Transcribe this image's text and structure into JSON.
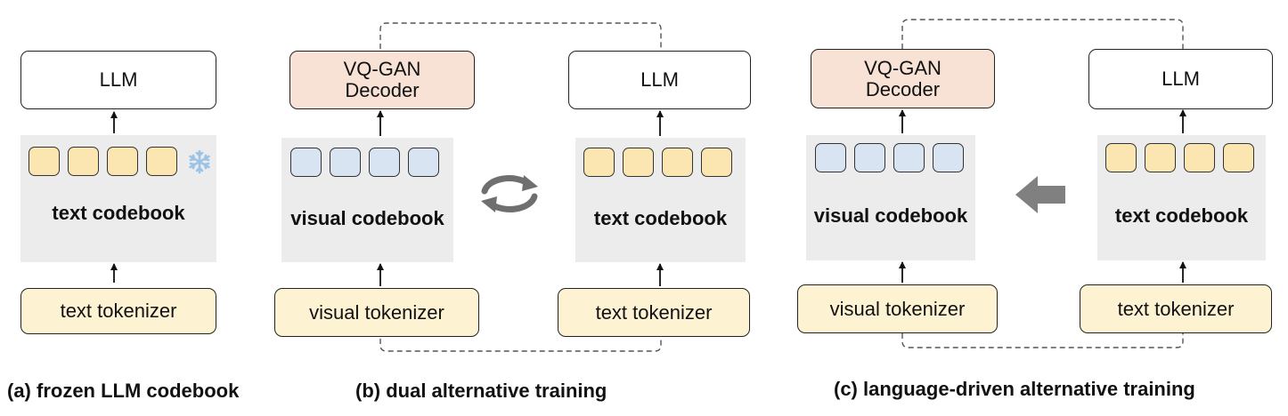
{
  "panel_a": {
    "llm": "LLM",
    "codebook": "text codebook",
    "tokenizer": "text tokenizer",
    "caption": "(a) frozen LLM codebook",
    "frozen_icon": "snowflake-icon"
  },
  "panel_b": {
    "decoder": "VQ-GAN Decoder",
    "visual_codebook": "visual codebook",
    "visual_tokenizer": "visual tokenizer",
    "llm": "LLM",
    "text_codebook": "text codebook",
    "text_tokenizer": "text tokenizer",
    "caption": "(b) dual alternative training",
    "swap_icon": "swap-arrows-icon"
  },
  "panel_c": {
    "decoder": "VQ-GAN Decoder",
    "visual_codebook": "visual codebook",
    "visual_tokenizer": "visual tokenizer",
    "llm": "LLM",
    "text_codebook": "text codebook",
    "text_tokenizer": "text tokenizer",
    "caption": "(c) language-driven alternative training",
    "arrow_icon": "left-arrow-icon"
  },
  "colors": {
    "decoder_fill": "#f7e2d5",
    "tokenizer_fill": "#fdf3d2",
    "text_token_fill": "#fbe6b2",
    "visual_token_fill": "#d8e4f1",
    "codebook_fill": "#ececec",
    "snowflake": "#9cc3e6",
    "arrow_gray": "#808080"
  }
}
